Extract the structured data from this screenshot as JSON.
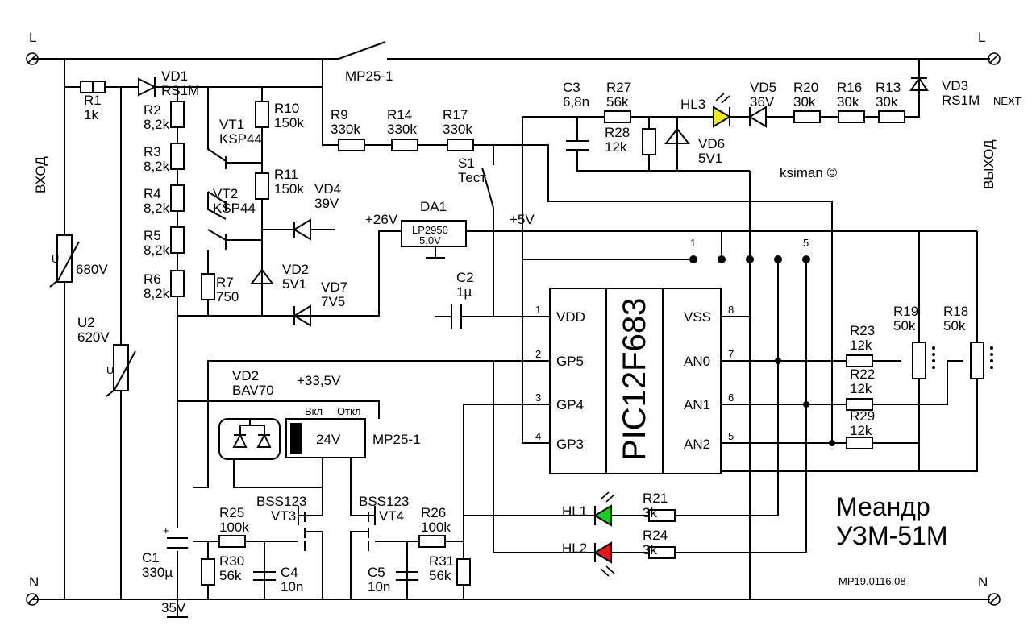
{
  "terminals": {
    "L_in": "L",
    "L_out": "L",
    "N_in": "N",
    "N_out": "N",
    "input": "ВХОД",
    "output": "ВЫХОД",
    "next": "NEXT"
  },
  "relay_contact": "MP25-1",
  "ic": {
    "name": "PIC12F683",
    "pins": [
      {
        "num": "1",
        "name": "VDD"
      },
      {
        "num": "2",
        "name": "GP5"
      },
      {
        "num": "3",
        "name": "GP4"
      },
      {
        "num": "4",
        "name": "GP3"
      },
      {
        "num": "8",
        "name": "VSS"
      },
      {
        "num": "7",
        "name": "AN0"
      },
      {
        "num": "6",
        "name": "AN1"
      },
      {
        "num": "5",
        "name": "AN2"
      }
    ]
  },
  "labels": [
    {
      "id": "r1",
      "ref": "R1",
      "val": "1k"
    },
    {
      "id": "vd1",
      "ref": "VD1",
      "val": "RS1M"
    },
    {
      "id": "r2",
      "ref": "R2",
      "val": "8,2k"
    },
    {
      "id": "r3",
      "ref": "R3",
      "val": "8,2k"
    },
    {
      "id": "r4",
      "ref": "R4",
      "val": "8,2k"
    },
    {
      "id": "r5",
      "ref": "R5",
      "val": "8,2k"
    },
    {
      "id": "r6",
      "ref": "R6",
      "val": "8,2k"
    },
    {
      "id": "vt1",
      "ref": "VT1",
      "val": "KSP44"
    },
    {
      "id": "vt2",
      "ref": "VT2",
      "val": "KSP44"
    },
    {
      "id": "r10",
      "ref": "R10",
      "val": "150k"
    },
    {
      "id": "r11",
      "ref": "R11",
      "val": "150k"
    },
    {
      "id": "vd4",
      "ref": "VD4",
      "val": "39V"
    },
    {
      "id": "r7",
      "ref": "R7",
      "val": "750"
    },
    {
      "id": "vd2a",
      "ref": "VD2",
      "val": "5V1"
    },
    {
      "id": "vd7",
      "ref": "VD7",
      "val": "7V5"
    },
    {
      "id": "r9",
      "ref": "R9",
      "val": "330k"
    },
    {
      "id": "r14",
      "ref": "R14",
      "val": "330k"
    },
    {
      "id": "r17",
      "ref": "R17",
      "val": "330k"
    },
    {
      "id": "s1",
      "ref": "S1",
      "val": "Тест"
    },
    {
      "id": "da1",
      "ref": "DA1",
      "val": ""
    },
    {
      "id": "c2",
      "ref": "C2",
      "val": "1µ"
    },
    {
      "id": "c3",
      "ref": "C3",
      "val": "6,8n"
    },
    {
      "id": "r27",
      "ref": "R27",
      "val": "56k"
    },
    {
      "id": "r28",
      "ref": "R28",
      "val": "12k"
    },
    {
      "id": "hl3",
      "ref": "HL3",
      "val": ""
    },
    {
      "id": "vd6",
      "ref": "VD6",
      "val": "5V1"
    },
    {
      "id": "vd5",
      "ref": "VD5",
      "val": "36V"
    },
    {
      "id": "r20",
      "ref": "R20",
      "val": "30k"
    },
    {
      "id": "r16",
      "ref": "R16",
      "val": "30k"
    },
    {
      "id": "r13",
      "ref": "R13",
      "val": "30k"
    },
    {
      "id": "vd3",
      "ref": "VD3",
      "val": "RS1M"
    },
    {
      "id": "u1",
      "ref": "",
      "val": "680V"
    },
    {
      "id": "u2",
      "ref": "U2",
      "val": "620V"
    },
    {
      "id": "vd2b",
      "ref": "VD2",
      "val": "BAV70"
    },
    {
      "id": "c1",
      "ref": "C1",
      "val": "330µ"
    },
    {
      "id": "r25",
      "ref": "R25",
      "val": "100k"
    },
    {
      "id": "r30",
      "ref": "R30",
      "val": "56k"
    },
    {
      "id": "c4",
      "ref": "C4",
      "val": "10n"
    },
    {
      "id": "r26",
      "ref": "R26",
      "val": "100k"
    },
    {
      "id": "r31",
      "ref": "R31",
      "val": "56k"
    },
    {
      "id": "c5",
      "ref": "C5",
      "val": "10n"
    },
    {
      "id": "hl1",
      "ref": "HL1",
      "val": ""
    },
    {
      "id": "hl2",
      "ref": "HL2",
      "val": ""
    },
    {
      "id": "r21",
      "ref": "R21",
      "val": "3k"
    },
    {
      "id": "r24",
      "ref": "R24",
      "val": "3k"
    },
    {
      "id": "r23",
      "ref": "R23",
      "val": "12k"
    },
    {
      "id": "r22",
      "ref": "R22",
      "val": "12k"
    },
    {
      "id": "r29",
      "ref": "R29",
      "val": "12k"
    },
    {
      "id": "r19",
      "ref": "R19",
      "val": "50k"
    },
    {
      "id": "r18",
      "ref": "R18",
      "val": "50k"
    }
  ],
  "misc": {
    "c1_voltage": "35V",
    "vt3": "BSS123",
    "vt3_ref": "VT3",
    "vt4": "BSS123",
    "vt4_ref": "VT4",
    "v26": "+26V",
    "v5": "+5V",
    "v335": "+33,5V",
    "reg_part": "LP2950",
    "reg_volt": "5,0V",
    "relay_on": "Вкл",
    "relay_off": "Откл",
    "relay_coil": "24V",
    "relay_name": "MP25-1",
    "jumper1": "1",
    "jumper5": "5",
    "author": "ksiman ©",
    "title1": "Меандр",
    "title2": "УЗМ-51М",
    "code": "MP19.0116.08",
    "u_sym": "U"
  },
  "colors": {
    "led_green": "#19d21b",
    "led_red": "#e81616",
    "led_yellow": "#f2ec1c"
  }
}
